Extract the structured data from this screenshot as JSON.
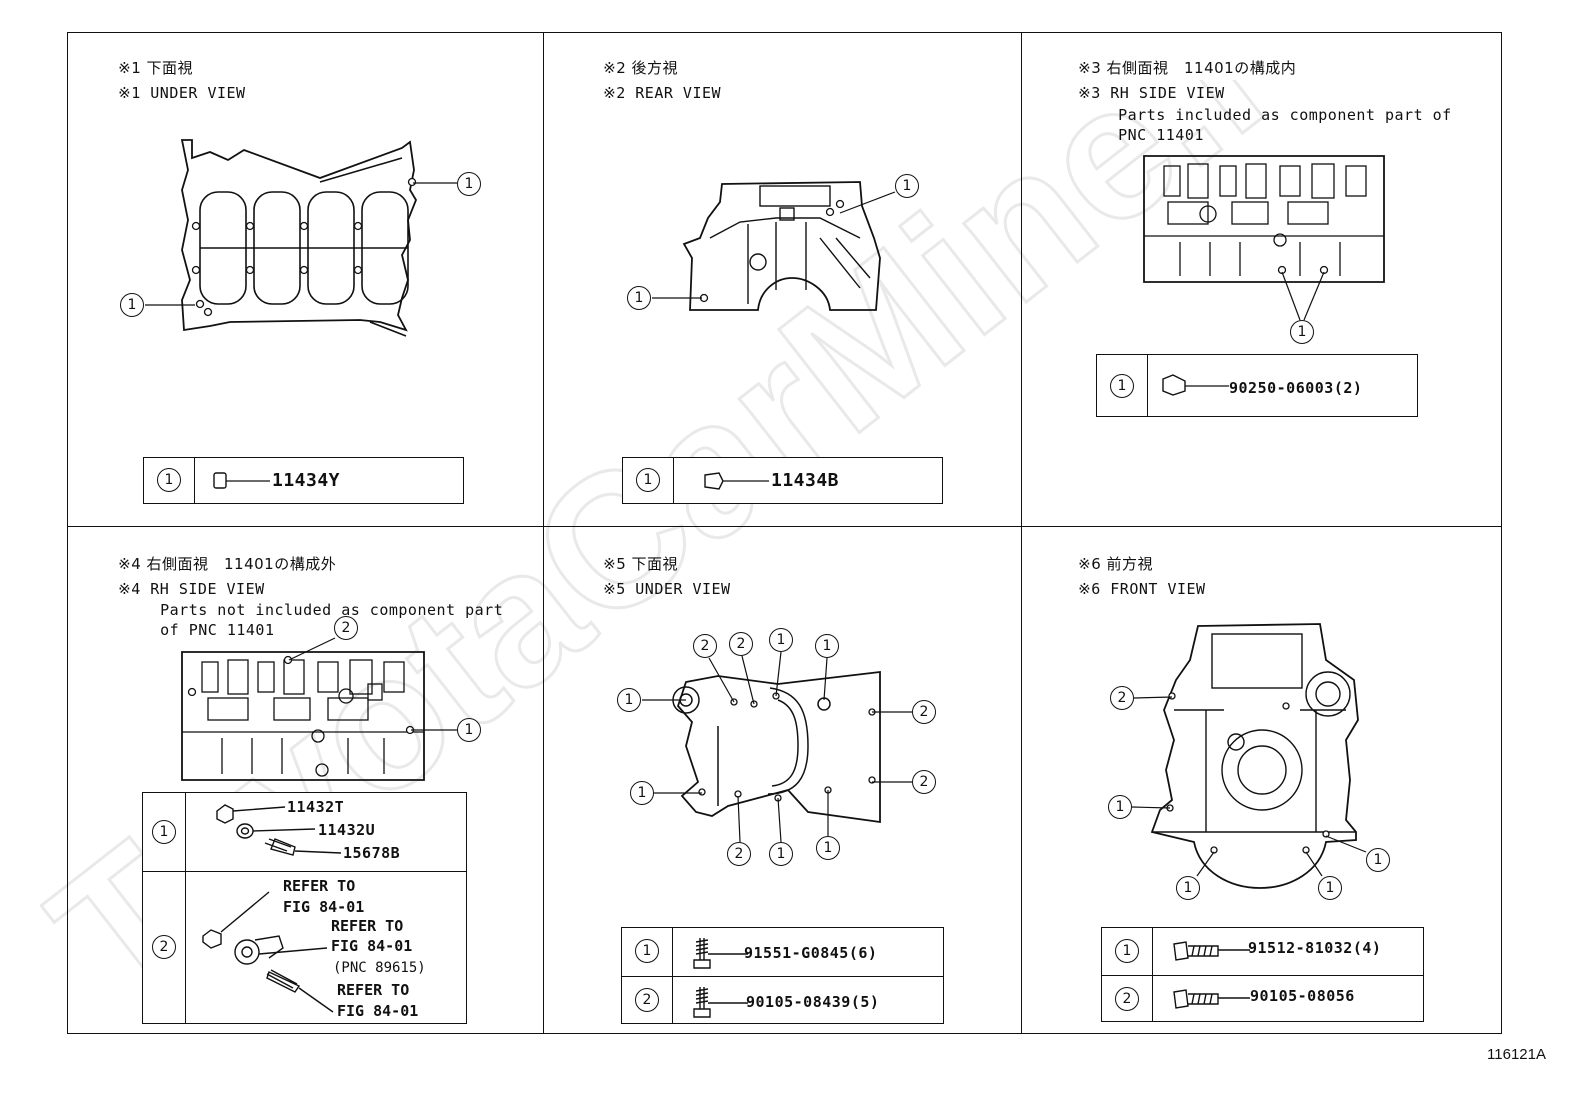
{
  "figure_id": "116121A",
  "watermark": "ToyotaCarMine.ru",
  "panels": [
    {
      "id": "p1",
      "header_ja": "※1 下面視",
      "header_en": "※1 UNDER VIEW",
      "callouts": [
        "1",
        "1"
      ],
      "legend": [
        {
          "num": "1",
          "parts": [
            "11434Y"
          ]
        }
      ]
    },
    {
      "id": "p2",
      "header_ja": "※2 後方視",
      "header_en": "※2 REAR VIEW",
      "callouts": [
        "1",
        "1"
      ],
      "legend": [
        {
          "num": "1",
          "parts": [
            "11434B"
          ]
        }
      ]
    },
    {
      "id": "p3",
      "header_ja": "※3 右側面視　11401の構成内",
      "header_en": "※3 RH SIDE VIEW",
      "note_lines": [
        "Parts included as component part of",
        "PNC 11401"
      ],
      "callouts": [
        "1"
      ],
      "legend": [
        {
          "num": "1",
          "parts": [
            "90250-06003(2)"
          ]
        }
      ]
    },
    {
      "id": "p4",
      "header_ja": "※4 右側面視　11401の構成外",
      "header_en": "※4 RH SIDE VIEW",
      "note_lines": [
        "Parts not included as component part",
        "of PNC 11401"
      ],
      "callouts": [
        "2",
        "1"
      ],
      "legend": [
        {
          "num": "1",
          "parts": [
            "11432T",
            "11432U",
            "15678B"
          ]
        },
        {
          "num": "2",
          "refs": [
            "REFER TO",
            "FIG 84-01",
            "REFER TO",
            "FIG 84-01",
            "(PNC 89615)",
            "REFER TO",
            "FIG 84-01"
          ]
        }
      ]
    },
    {
      "id": "p5",
      "header_ja": "※5 下面視",
      "header_en": "※5 UNDER VIEW",
      "callouts": [
        "2",
        "2",
        "1",
        "1",
        "1",
        "2",
        "1",
        "2",
        "2",
        "1",
        "1"
      ],
      "legend": [
        {
          "num": "1",
          "parts": [
            "91551-G0845(6)"
          ]
        },
        {
          "num": "2",
          "parts": [
            "90105-08439(5)"
          ]
        }
      ]
    },
    {
      "id": "p6",
      "header_ja": "※6 前方視",
      "header_en": "※6 FRONT VIEW",
      "callouts": [
        "2",
        "1",
        "1",
        "1",
        "1"
      ],
      "legend": [
        {
          "num": "1",
          "parts": [
            "91512-81032(4)"
          ]
        },
        {
          "num": "2",
          "parts": [
            "90105-08056"
          ]
        }
      ]
    }
  ]
}
